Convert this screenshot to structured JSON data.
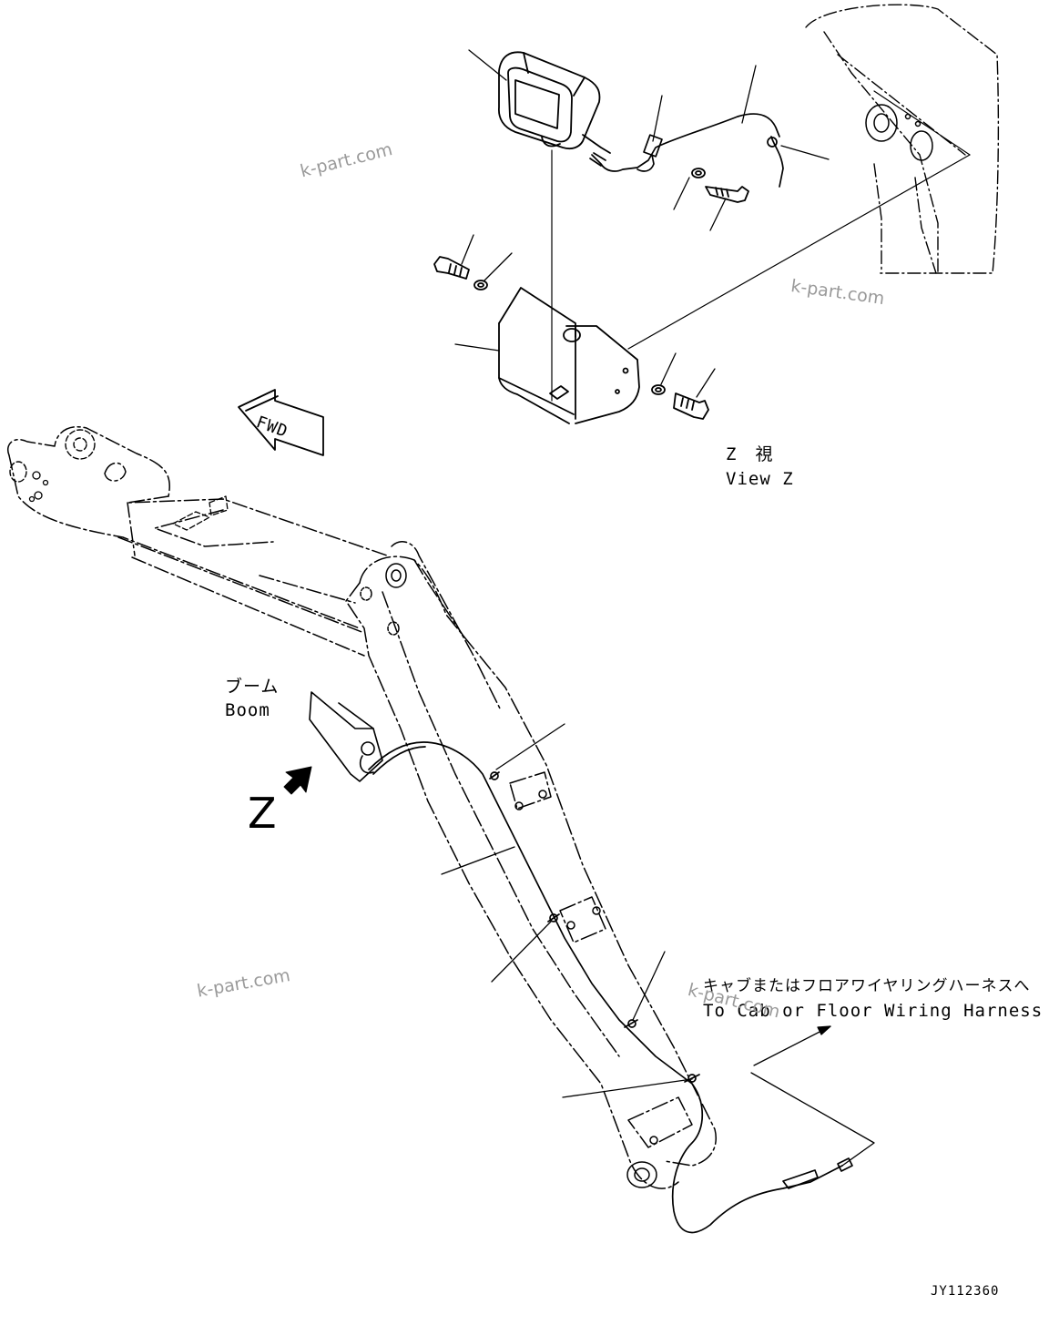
{
  "view_title_jp": "Z　視",
  "view_title_en": "View Z",
  "fwd_label": "FWD",
  "boom_label_jp": "ブーム",
  "boom_label_en": "Boom",
  "z_marker": "Z",
  "harness_note_jp": "キャブまたはフロアワイヤリングハーネスへ",
  "harness_note_en": "To Cab or Floor Wiring Harness",
  "watermark": "k-part.com",
  "drawing_id": "JY112360"
}
